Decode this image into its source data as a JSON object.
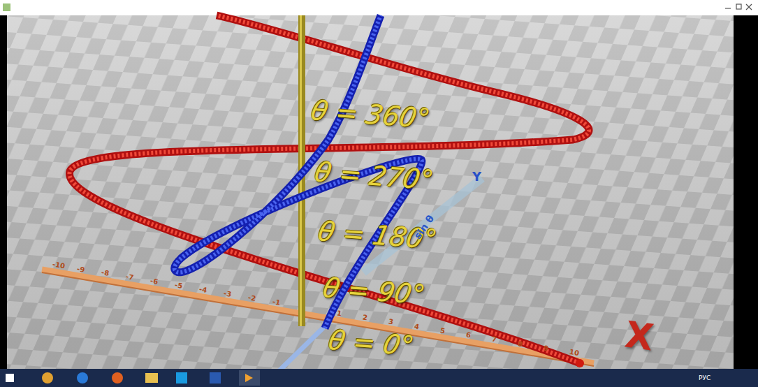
{
  "diagram": {
    "labels": [
      "θ = 360°",
      "θ = 270°",
      "θ = 180°",
      "θ = 90°",
      "θ = 0°",
      "sin θ",
      "Y",
      "X",
      "-10",
      "-9",
      "-8",
      "-7",
      "-6",
      "-5",
      "-4",
      "-3",
      "-2",
      "-1",
      "1",
      "2",
      "3",
      "4",
      "5",
      "6",
      "7",
      "8",
      "9",
      "10",
      "РУС"
    ]
  }
}
